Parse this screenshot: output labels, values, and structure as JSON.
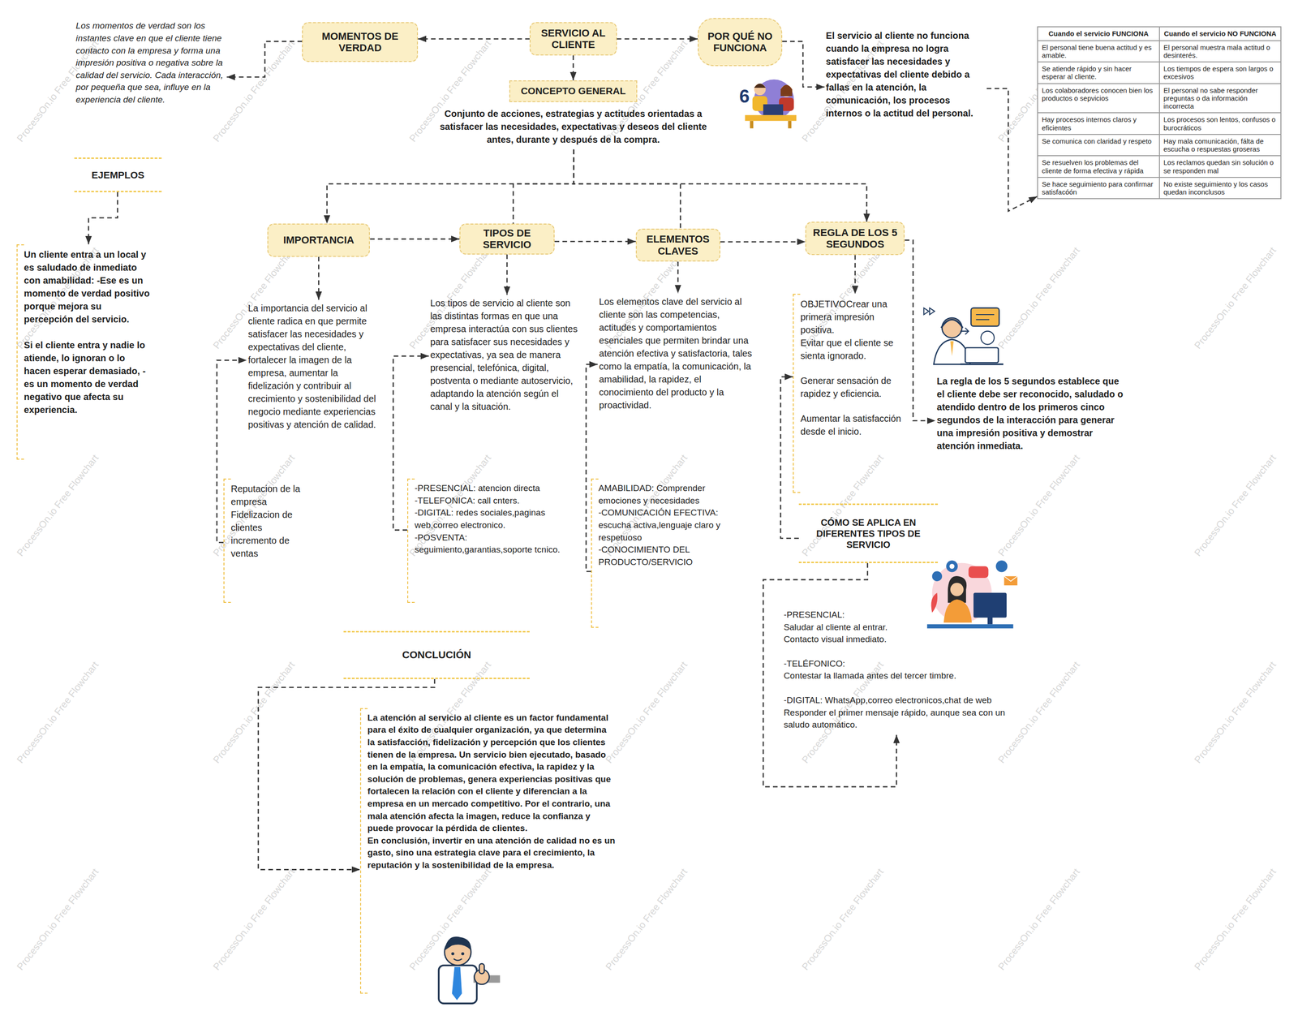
{
  "diagram": {
    "nodes": [
      {
        "text": [
          "SERVICIO AL CLIENTE"
        ]
      },
      {
        "text": [
          "MOMENTOS DE VERDAD"
        ]
      },
      {
        "text": [
          "Los momentos de verdad son los instantes clave en que el cliente tiene contacto con la empresa y forma una impresión positiva o negativa sobre la calidad del servicio. Cada interacción, por pequeña que sea, influye en la experiencia del cliente."
        ]
      },
      {
        "text": [
          "POR QUÉ NO FUNCIONA"
        ]
      },
      {
        "text": [
          "El servicio al cliente no funciona cuando la empresa no logra satisfacer las necesidades y expectativas del cliente debido a fallas en la atención, la comunicación, los procesos internos o la actitud del personal."
        ]
      },
      {
        "text": [
          "Cuando el servicio FUNCIONA",
          "Cuando el servicio NO FUNCIONA",
          "El personal tiene buena actitud y es amable.",
          "El personal muestra mala actitud o desinterés.",
          "Se atiende rápido y sin hacer esperar al cliente.",
          "Los tiempos de espera son largos o excesivos",
          "Los colaboradores conocen bien los productos o sepvicios",
          "El personal no sabe responder preguntas o da información incorrecta",
          "Hay procesos internos claros y eficientes",
          "Los procesos son lentos, confusos o burocráticos",
          "Se comunica con claridad y respeto",
          "Hay mala comunicación, fálta de escucha o respuestas groseras",
          "Se resuelven los problemas del cliente de forma efectiva y rápida",
          "Los reclamos quedan sin solución o se responden mal",
          "Se hace seguimiento para confirmar satisfacóón",
          "No existe seguimiento y los casos quedan inconclusos"
        ]
      },
      {
        "text": [
          "CONCEPTO GENERAL"
        ]
      },
      {
        "text": [
          "Conjunto de acciones, estrategias y actitudes orientadas a satisfacer las necesidades, expectativas y deseos del cliente antes, durante y después de la compra."
        ]
      },
      {
        "text": [
          "EJEMPLOS"
        ]
      },
      {
        "text": [
          "Un cliente entra a un local y es saludado de inmediato con amabilidad: -Ese es un momento de verdad positivo porque mejora su percepción del servicio.",
          "Si el cliente entra y nadie lo atiende, lo ignoran o lo hacen esperar demasiado, - es un momento de verdad negativo que afecta su experiencia."
        ]
      },
      {
        "text": [
          "IMPORTANCIA"
        ]
      },
      {
        "text": [
          "TIPOS DE SERVICIO"
        ]
      },
      {
        "text": [
          "ELEMENTOS CLAVES"
        ]
      },
      {
        "text": [
          "REGLA DE LOS 5 SEGUNDOS"
        ]
      },
      {
        "text": [
          "La importancia del servicio al cliente radica en que permite satisfacer las necesidades y expectativas del cliente, fortalecer la imagen de la empresa, aumentar la fidelización y contribuir al crecimiento y sostenibilidad del negocio mediante experiencias positivas y atención de calidad."
        ]
      },
      {
        "text": [
          "Reputacion de la empresa",
          "Fidelizacion de clientes",
          "incremento de ventas"
        ]
      },
      {
        "text": [
          "Los tipos de servicio al cliente son las distintas formas en que una empresa interactúa con sus clientes para satisfacer sus necesidades y expectativas, ya sea de manera presencial, telefónica, digital, postventa o mediante autoservicio, adaptando la atención según el canal y la situación."
        ]
      },
      {
        "text": [
          "-PRESENCIAL:  atencion directa",
          "-TELEFONICA: call cnters.",
          "-DIGITAL: redes sociales,paginas web,correo electronico.",
          "-POSVENTA: seguimiento,garantias,soporte tcnico."
        ]
      },
      {
        "text": [
          "Los elementos clave del servicio al cliente son las competencias, actitudes y comportamientos esenciales que permiten brindar una atención efectiva y satisfactoria, tales como la empatía, la comunicación, la amabilidad, la rapidez, el conocimiento del producto y la proactividad."
        ]
      },
      {
        "text": [
          "AMABILIDAD: Comprender emociones y necesidades",
          "-COMUNICACIÓN EFECTIVA: escucha activa,lenguaje claro y respetuoso",
          "-CONOCIMIENTO DEL PRODUCTO/SERVICIO"
        ]
      },
      {
        "text": [
          "OBJETIVOCrear una primera impresión positiva.",
          "Evitar que el cliente se sienta ignorado.",
          "Generar sensación de rapidez y eficiencia.",
          "Aumentar la satisfacción desde el inicio."
        ]
      },
      {
        "text": [
          "CÓMO SE APLICA EN DIFERENTES TIPOS DE SERVICIO"
        ]
      },
      {
        "text": [
          "-PRESENCIAL:",
          "Saludar al cliente al entrar.",
          "Contacto visual inmediato.",
          "-TELÉFONICO:",
          "Contestar la llamada antes del tercer timbre.",
          "-DIGITAL: WhatsApp,correo electronicos,chat de web",
          "Responder el primer mensaje rápido, aunque sea con un saludo automático."
        ]
      },
      {
        "text": [
          "La regla de los 5 segundos establece que el cliente debe ser reconocido, saludado o atendido dentro de los primeros cinco segundos de la interacción para generar una impresión positiva y demostrar atención inmediata."
        ]
      },
      {
        "text": [
          "CONCLUCIÓN"
        ]
      },
      {
        "text": [
          "La atención al servicio al cliente es un factor fundamental para el éxito de cualquier organización, ya que determina la satisfacción, fidelización y percepción que los clientes tienen de la empresa. Un servicio bien ejecutado, basado en la empatía, la comunicación efectiva, la rapidez y la solución de problemas, genera experiencias positivas que fortalecen la relación con el cliente y diferencian a la empresa en un mercado competitivo. Por el contrario, una mala atención afecta la imagen, reduce la confianza y puede provocar la pérdida de clientes.",
          "En conclusión, invertir en una atención de calidad no es un gasto, sino una estrategia clave para el crecimiento, la reputación y la sostenibilidad de la empresa."
        ]
      }
    ],
    "edges": [
      {
        "from": 0,
        "to": 1,
        "arrow": "to"
      },
      {
        "from": 0,
        "to": 3,
        "arrow": "to"
      },
      {
        "from": 0,
        "to": 6,
        "arrow": "to"
      },
      {
        "from": 1,
        "to": 2,
        "arrow": "to"
      },
      {
        "from": 3,
        "to": 4,
        "arrow": "to"
      },
      {
        "from": 4,
        "to": 5,
        "arrow": "to"
      },
      {
        "from": 7,
        "to": 10,
        "arrow": "to"
      },
      {
        "from": 7,
        "to": 11,
        "arrow": "none"
      },
      {
        "from": 7,
        "to": 12,
        "arrow": "none"
      },
      {
        "from": 7,
        "to": 13,
        "arrow": "to"
      },
      {
        "from": 10,
        "to": 11,
        "arrow": "to"
      },
      {
        "from": 11,
        "to": 12,
        "arrow": "to"
      },
      {
        "from": 12,
        "to": 13,
        "arrow": "to"
      },
      {
        "from": 10,
        "to": 14,
        "arrow": "to"
      },
      {
        "from": 11,
        "to": 16,
        "arrow": "to"
      },
      {
        "from": 12,
        "to": 18,
        "arrow": "to"
      },
      {
        "from": 13,
        "to": 20,
        "arrow": "to"
      },
      {
        "from": 15,
        "to": 14,
        "arrow": "to"
      },
      {
        "from": 17,
        "to": 16,
        "arrow": "to"
      },
      {
        "from": 19,
        "to": 18,
        "arrow": "to"
      },
      {
        "from": 21,
        "to": 20,
        "arrow": "to"
      },
      {
        "from": 21,
        "to": 22,
        "arrow": "to"
      },
      {
        "from": 13,
        "to": 23,
        "arrow": "to"
      },
      {
        "from": 8,
        "to": 9,
        "arrow": "to"
      },
      {
        "from": 24,
        "to": 25,
        "arrow": "to"
      }
    ],
    "labels": [
      "6",
      "ProcessOn.io Free Flowchart",
      "ProcessOn.io Free Flowchart",
      "ProcessOn.io Free Flowchart",
      "ProcessOn.io Free Flowchart",
      "ProcessOn.io Free Flowchart",
      "ProcessOn.io Free Flowchart",
      "ProcessOn.io Free Flowchart",
      "ProcessOn.io Free Flowchart",
      "ProcessOn.io Free Flowchart",
      "ProcessOn.io Free Flowchart",
      "ProcessOn.io Free Flowchart",
      "ProcessOn.io Free Flowchart",
      "ProcessOn.io Free Flowchart",
      "ProcessOn.io Free Flowchart",
      "ProcessOn.io Free Flowchart",
      "ProcessOn.io Free Flowchart",
      "ProcessOn.io Free Flowchart",
      "ProcessOn.io Free Flowchart",
      "ProcessOn.io Free Flowchart",
      "ProcessOn.io Free Flowchart",
      "ProcessOn.io Free Flowchart",
      "ProcessOn.io Free Flowchart",
      "ProcessOn.io Free Flowchart",
      "ProcessOn.io Free Flowchart",
      "ProcessOn.io Free Flowchart",
      "ProcessOn.io Free Flowchart",
      "ProcessOn.io Free Flowchart",
      "ProcessOn.io Free Flowchart",
      "ProcessOn.io Free Flowchart",
      "ProcessOn.io Free Flowchart",
      "ProcessOn.io Free Flowchart",
      "ProcessOn.io Free Flowchart",
      "ProcessOn.io Free Flowchart",
      "ProcessOn.io Free Flowchart",
      "ProcessOn.io Free Flowchart"
    ]
  }
}
